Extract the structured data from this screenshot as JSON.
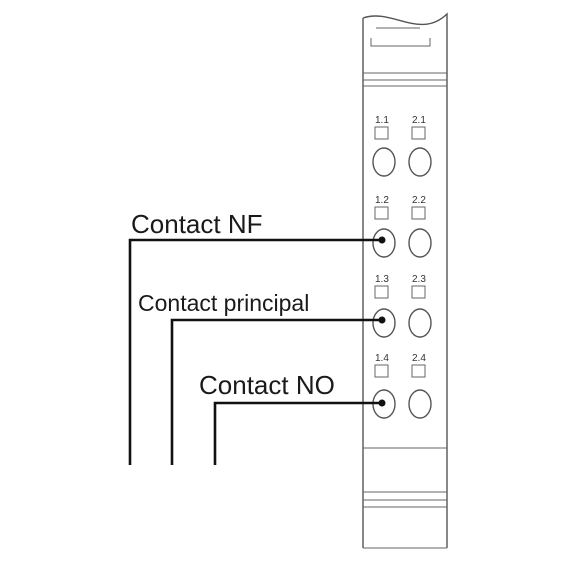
{
  "labels": {
    "nf": "Contact NF",
    "principal": "Contact principal",
    "no": "Contact NO"
  },
  "terminals": {
    "t11": "1.1",
    "t21": "2.1",
    "t12": "1.2",
    "t22": "2.2",
    "t13": "1.3",
    "t23": "2.3",
    "t14": "1.4",
    "t24": "2.4"
  }
}
